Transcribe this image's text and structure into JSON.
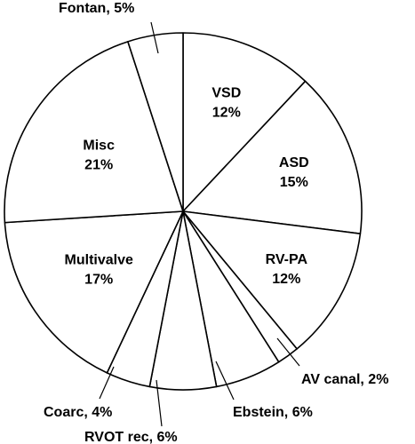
{
  "chart_data": {
    "type": "pie",
    "start_angle_deg": 0,
    "direction": "clockwise",
    "slices": [
      {
        "name": "VSD",
        "value": 12,
        "percent_label": "12%",
        "label_placement": "inside"
      },
      {
        "name": "ASD",
        "value": 15,
        "percent_label": "15%",
        "label_placement": "inside"
      },
      {
        "name": "RV-PA",
        "value": 12,
        "percent_label": "12%",
        "label_placement": "inside"
      },
      {
        "name": "AV canal",
        "value": 2,
        "percent_label": "2%",
        "label_placement": "outside"
      },
      {
        "name": "Ebstein",
        "value": 6,
        "percent_label": "6%",
        "label_placement": "outside"
      },
      {
        "name": "RVOT rec",
        "value": 6,
        "percent_label": "6%",
        "label_placement": "outside"
      },
      {
        "name": "Coarc",
        "value": 4,
        "percent_label": "4%",
        "label_placement": "outside"
      },
      {
        "name": "Multivalve",
        "value": 17,
        "percent_label": "17%",
        "label_placement": "inside"
      },
      {
        "name": "Misc",
        "value": 21,
        "percent_label": "21%",
        "label_placement": "inside"
      },
      {
        "name": "Fontan",
        "value": 5,
        "percent_label": "5%",
        "label_placement": "outside"
      }
    ],
    "colors": {
      "fill": "#ffffff",
      "stroke": "#000000",
      "text": "#000000"
    }
  }
}
